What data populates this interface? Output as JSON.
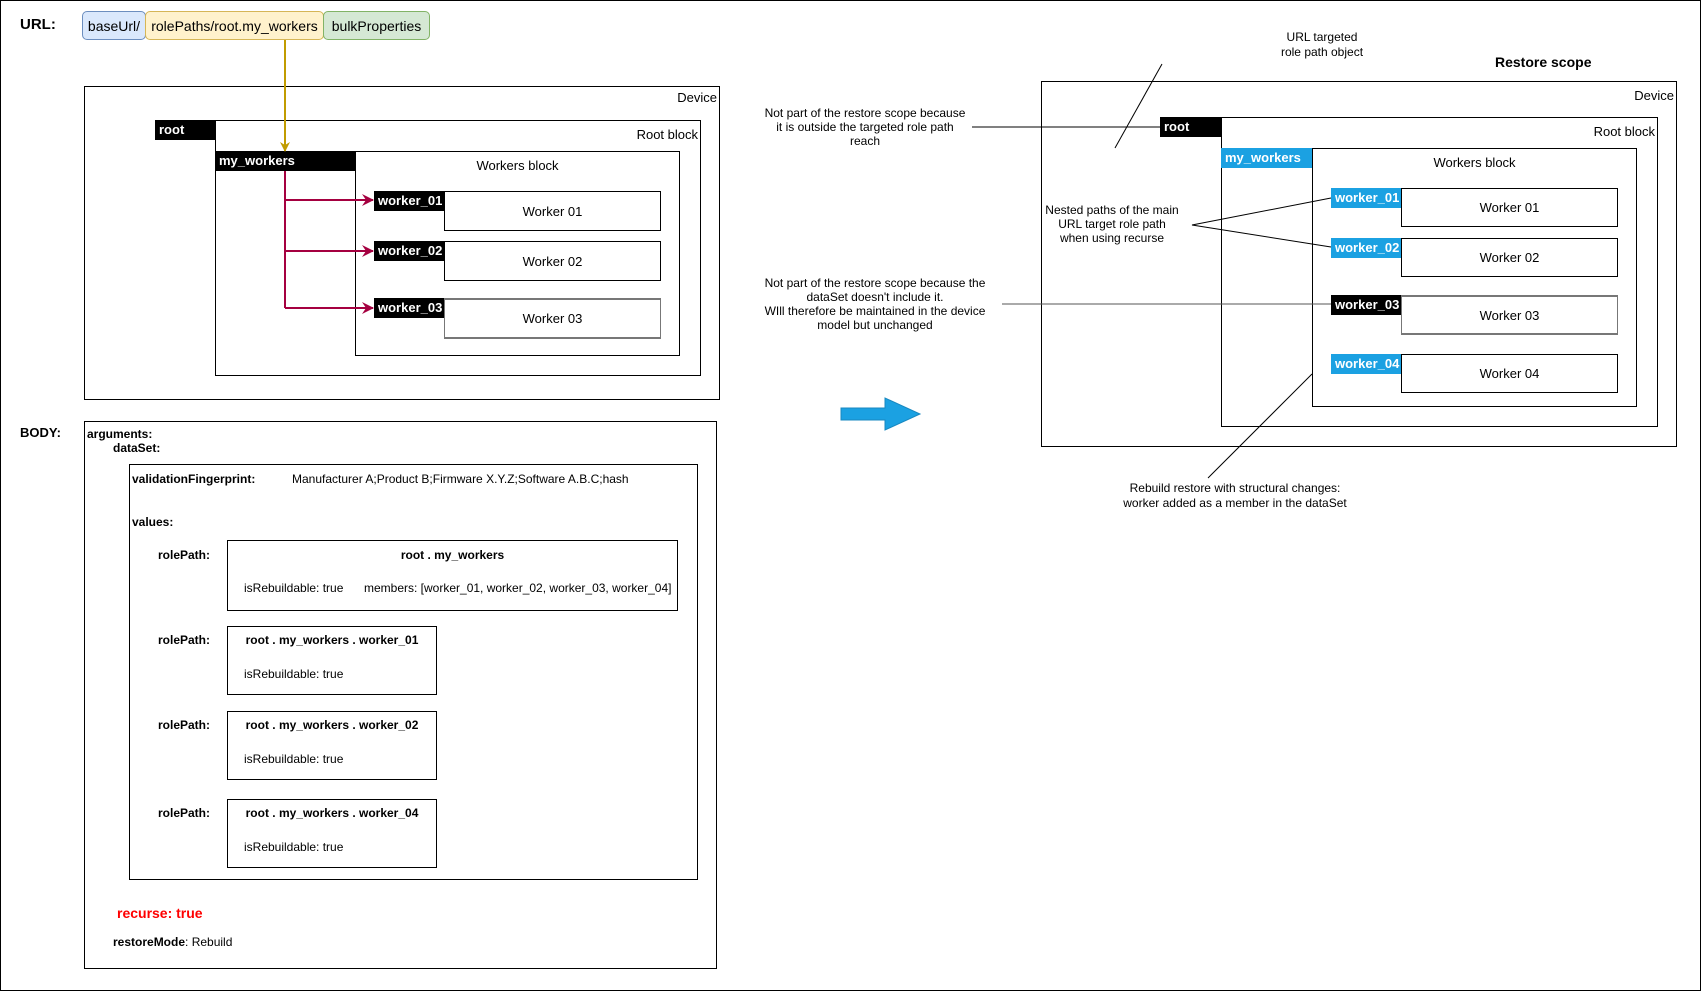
{
  "url": {
    "label": "URL:",
    "segments": [
      {
        "text": "baseUrl/",
        "color": "#dae8fc"
      },
      {
        "text": "rolePaths/root.my_workers",
        "color": "#fff2cc"
      },
      {
        "text": "bulkProperties",
        "color": "#d5e8d4"
      }
    ]
  },
  "left_diagram": {
    "device": "Device",
    "root": "root",
    "root_block": "Root block",
    "my_workers": "my_workers",
    "workers_block": "Workers block",
    "workers": [
      {
        "id": "worker_01",
        "name": "Worker 01"
      },
      {
        "id": "worker_02",
        "name": "Worker 02"
      },
      {
        "id": "worker_03",
        "name": "Worker 03"
      }
    ]
  },
  "body": {
    "label": "BODY:",
    "arguments": "arguments:",
    "dataSet": "dataSet:",
    "fingerprint_key": "validationFingerprint:",
    "fingerprint_value": "Manufacturer A;Product B;Firmware X.Y.Z;Software A.B.C;hash",
    "values": "values:",
    "rolePaths": [
      {
        "key": "rolePath:",
        "path": "root . my_workers",
        "rebuildable": "isRebuildable: true",
        "members": "members: [worker_01, worker_02, worker_03, worker_04]"
      },
      {
        "key": "rolePath:",
        "path": "root . my_workers . worker_01",
        "rebuildable": "isRebuildable: true"
      },
      {
        "key": "rolePath:",
        "path": "root . my_workers . worker_02",
        "rebuildable": "isRebuildable: true"
      },
      {
        "key": "rolePath:",
        "path": "root . my_workers . worker_04",
        "rebuildable": "isRebuildable: true"
      }
    ],
    "recurse": "recurse: true",
    "restoreMode_key": "restoreMode",
    "restoreMode_value": ": Rebuild"
  },
  "right_diagram": {
    "title": "Restore scope",
    "device": "Device",
    "root": "root",
    "root_block": "Root block",
    "my_workers": "my_workers",
    "workers_block": "Workers block",
    "workers": [
      {
        "id": "worker_01",
        "name": "Worker 01"
      },
      {
        "id": "worker_02",
        "name": "Worker 02"
      },
      {
        "id": "worker_03",
        "name": "Worker 03"
      },
      {
        "id": "worker_04",
        "name": "Worker 04"
      }
    ],
    "notes": {
      "url_target": [
        "URL targeted",
        "role path object"
      ],
      "outside": [
        "Not part of the restore scope because",
        "it is outside the targeted role path",
        "reach"
      ],
      "nested": [
        "Nested paths of the main",
        "URL target role path",
        "when using recurse"
      ],
      "not_in_dataset": [
        "Not part of the restore scope because the",
        "dataSet doesn't include it.",
        "WIll therefore be maintained in the device",
        "model but unchanged"
      ],
      "rebuild": [
        "Rebuild restore with structural changes:",
        "worker added as a member in the dataSet"
      ]
    }
  },
  "colors": {
    "accent_blue": "#1ba1e2",
    "arrow_gold": "#c19c00",
    "arrow_red": "#a50040",
    "recurse_red": "#ff0000"
  }
}
